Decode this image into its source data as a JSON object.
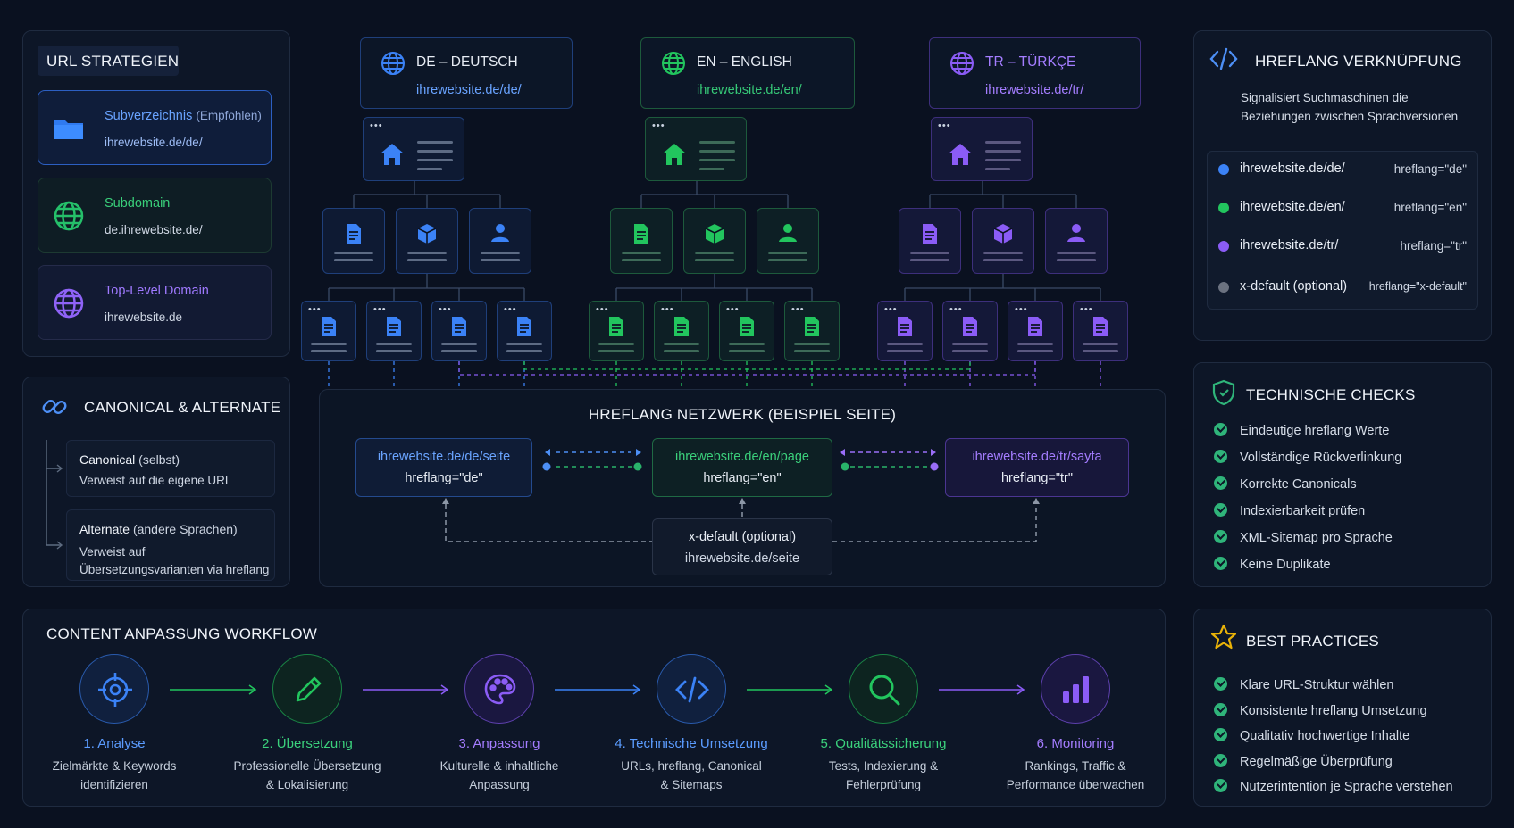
{
  "url_strategies": {
    "title": "URL STRATEGIEN",
    "items": [
      {
        "name": "Subverzeichnis",
        "note": "(Empfohlen)",
        "url": "ihrewebsite.de/de/",
        "color": "#3b82f6"
      },
      {
        "name": "Subdomain",
        "note": "",
        "url": "de.ihrewebsite.de/",
        "color": "#22c55e"
      },
      {
        "name": "Top-Level Domain",
        "note": "",
        "url": "ihrewebsite.de",
        "color": "#8b5cf6"
      }
    ]
  },
  "canonical": {
    "title": "CANONICAL & ALTERNATE",
    "items": [
      {
        "title": "Canonical",
        "paren": "(selbst)",
        "desc": "Verweist auf die eigene URL"
      },
      {
        "title": "Alternate",
        "paren": "(andere Sprachen)",
        "desc": "Verweist auf Übersetzungsvarianten via hreflang"
      }
    ]
  },
  "languages": [
    {
      "code": "DE – DEUTSCH",
      "url": "ihrewebsite.de/de/",
      "color": "#3b82f6"
    },
    {
      "code": "EN – ENGLISH",
      "url": "ihrewebsite.de/en/",
      "color": "#22c55e"
    },
    {
      "code": "TR – TÜRKÇE",
      "url": "ihrewebsite.de/tr/",
      "color": "#8b5cf6"
    }
  ],
  "network": {
    "title": "HREFLANG NETZWERK (BEISPIEL SEITE)",
    "pages": [
      {
        "url": "ihrewebsite.de/de/seite",
        "attr": "hreflang=\"de\""
      },
      {
        "url": "ihrewebsite.de/en/page",
        "attr": "hreflang=\"en\""
      },
      {
        "url": "ihrewebsite.de/tr/sayfa",
        "attr": "hreflang=\"tr\""
      }
    ],
    "xdefault": {
      "title": "x-default (optional)",
      "url": "ihrewebsite.de/seite"
    }
  },
  "hreflang_link": {
    "title": "HREFLANG VERKNÜPFUNG",
    "desc": [
      "Signalisiert Suchmaschinen die",
      "Beziehungen zwischen Sprachversionen"
    ],
    "rows": [
      {
        "url": "ihrewebsite.de/de/",
        "attr": "hreflang=\"de\"",
        "color": "#3b82f6"
      },
      {
        "url": "ihrewebsite.de/en/",
        "attr": "hreflang=\"en\"",
        "color": "#22c55e"
      },
      {
        "url": "ihrewebsite.de/tr/",
        "attr": "hreflang=\"tr\"",
        "color": "#8b5cf6"
      },
      {
        "url": "x-default (optional)",
        "attr": "hreflang=\"x-default\"",
        "color": "#6b7280"
      }
    ]
  },
  "tech_checks": {
    "title": "TECHNISCHE CHECKS",
    "items": [
      "Eindeutige hreflang Werte",
      "Vollständige Rückverlinkung",
      "Korrekte Canonicals",
      "Indexierbarkeit prüfen",
      "XML-Sitemap pro Sprache",
      "Keine Duplikate"
    ]
  },
  "best_practices": {
    "title": "BEST PRACTICES",
    "items": [
      "Klare URL-Struktur wählen",
      "Konsistente hreflang Umsetzung",
      "Qualitativ hochwertige Inhalte",
      "Regelmäßige Überprüfung",
      "Nutzerintention je Sprache verstehen"
    ]
  },
  "workflow": {
    "title": "CONTENT ANPASSUNG WORKFLOW",
    "steps": [
      {
        "title": "1. Analyse",
        "desc": [
          "Zielmärkte & Keywords",
          "identifizieren"
        ],
        "color": "#3b82f6",
        "icon": "target-icon"
      },
      {
        "title": "2. Übersetzung",
        "desc": [
          "Professionelle Übersetzung",
          "& Lokalisierung"
        ],
        "color": "#22c55e",
        "icon": "pencil-icon"
      },
      {
        "title": "3. Anpassung",
        "desc": [
          "Kulturelle & inhaltliche",
          "Anpassung"
        ],
        "color": "#8b5cf6",
        "icon": "palette-icon"
      },
      {
        "title": "4. Technische Umsetzung",
        "desc": [
          "URLs, hreflang, Canonical",
          "& Sitemaps"
        ],
        "color": "#3b82f6",
        "icon": "code-icon"
      },
      {
        "title": "5. Qualitätssicherung",
        "desc": [
          "Tests, Indexierung &",
          "Fehlerprüfung"
        ],
        "color": "#22c55e",
        "icon": "magnifier-icon"
      },
      {
        "title": "6. Monitoring",
        "desc": [
          "Rankings, Traffic &",
          "Performance überwachen"
        ],
        "color": "#8b5cf6",
        "icon": "bar-chart-icon"
      }
    ]
  }
}
